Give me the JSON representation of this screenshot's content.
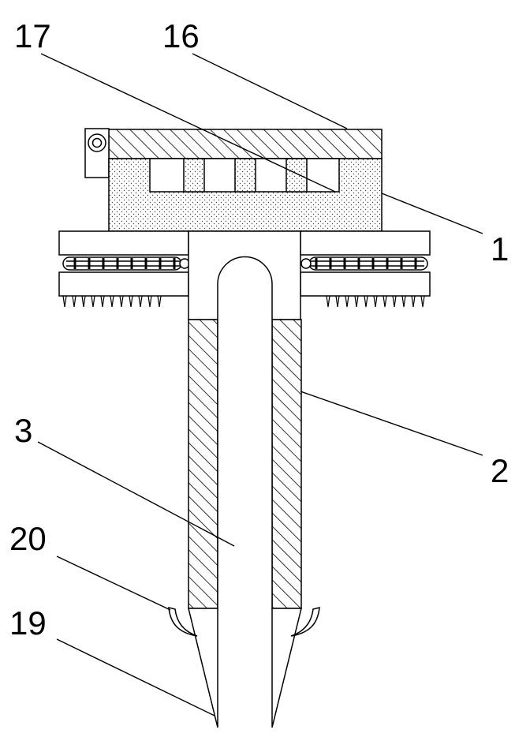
{
  "labels": {
    "l17": "17",
    "l16": "16",
    "l1": "1",
    "l2": "2",
    "l3": "3",
    "l20": "20",
    "l19": "19"
  }
}
